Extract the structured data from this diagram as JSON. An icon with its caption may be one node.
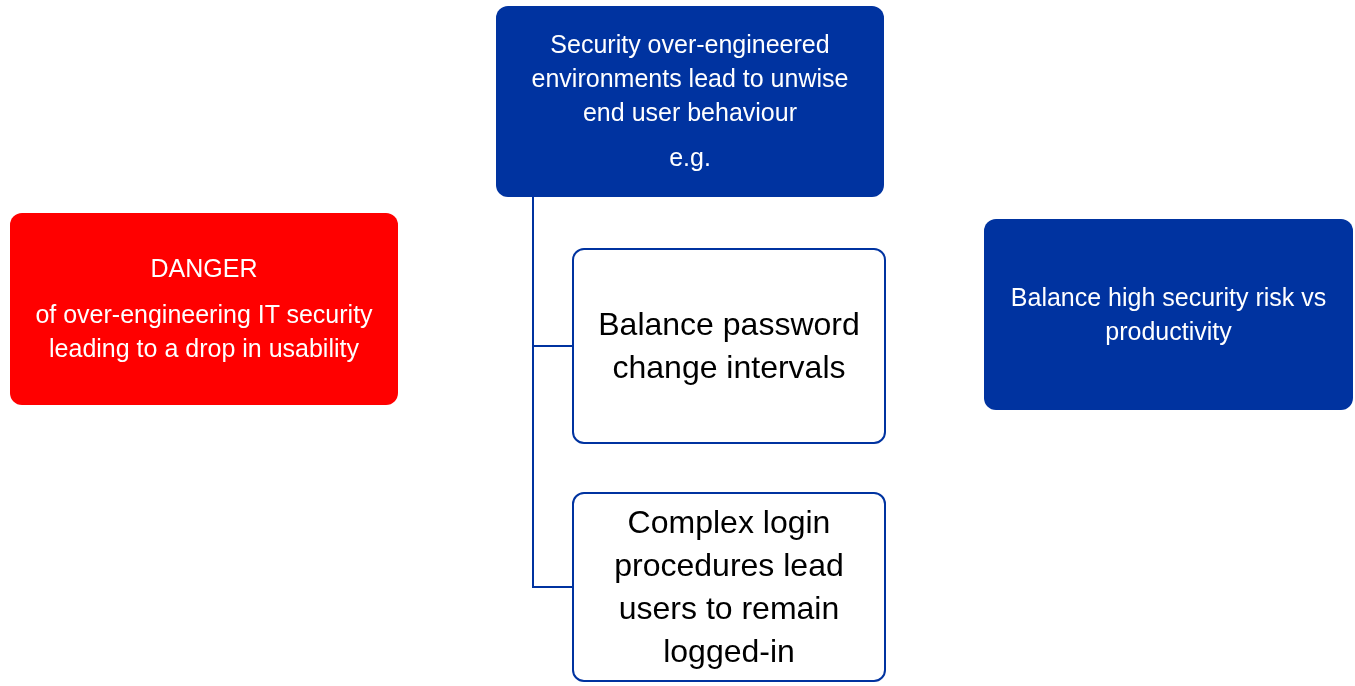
{
  "diagram": {
    "nodes": [
      {
        "text": [
          "DANGER",
          "of over-engineering IT security leading to a drop in usability"
        ]
      },
      {
        "text": [
          "Security over-engineered environments lead to unwise end user behaviour",
          "e.g."
        ]
      },
      {
        "text": [
          "Balance password change intervals"
        ]
      },
      {
        "text": [
          "Complex login procedures lead users to remain logged-in"
        ]
      },
      {
        "text": [
          "Balance high security risk vs productivity"
        ]
      }
    ],
    "edges": [
      {
        "from": 1,
        "to": 2,
        "arrow": "none"
      },
      {
        "from": 1,
        "to": 3,
        "arrow": "none"
      }
    ]
  }
}
